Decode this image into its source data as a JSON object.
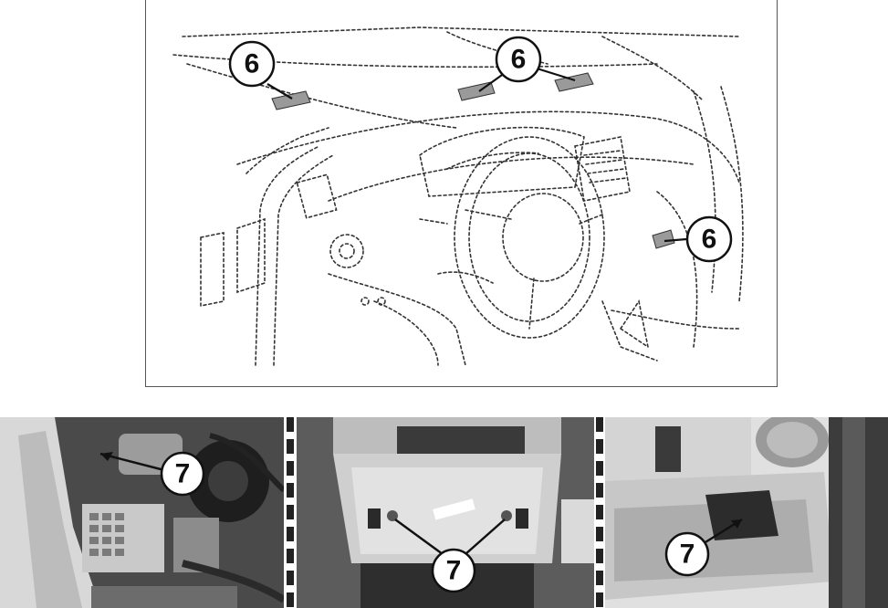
{
  "callouts": {
    "top": [
      "6",
      "6",
      "6"
    ],
    "photo1": "7",
    "photo2": "7",
    "photo3": "7"
  },
  "colors": {
    "line": "#333333",
    "tag": "#9a9a9a",
    "photo_dark": "#3a3a3a",
    "photo_mid": "#8a8a8a",
    "photo_light": "#d6d6d6"
  }
}
